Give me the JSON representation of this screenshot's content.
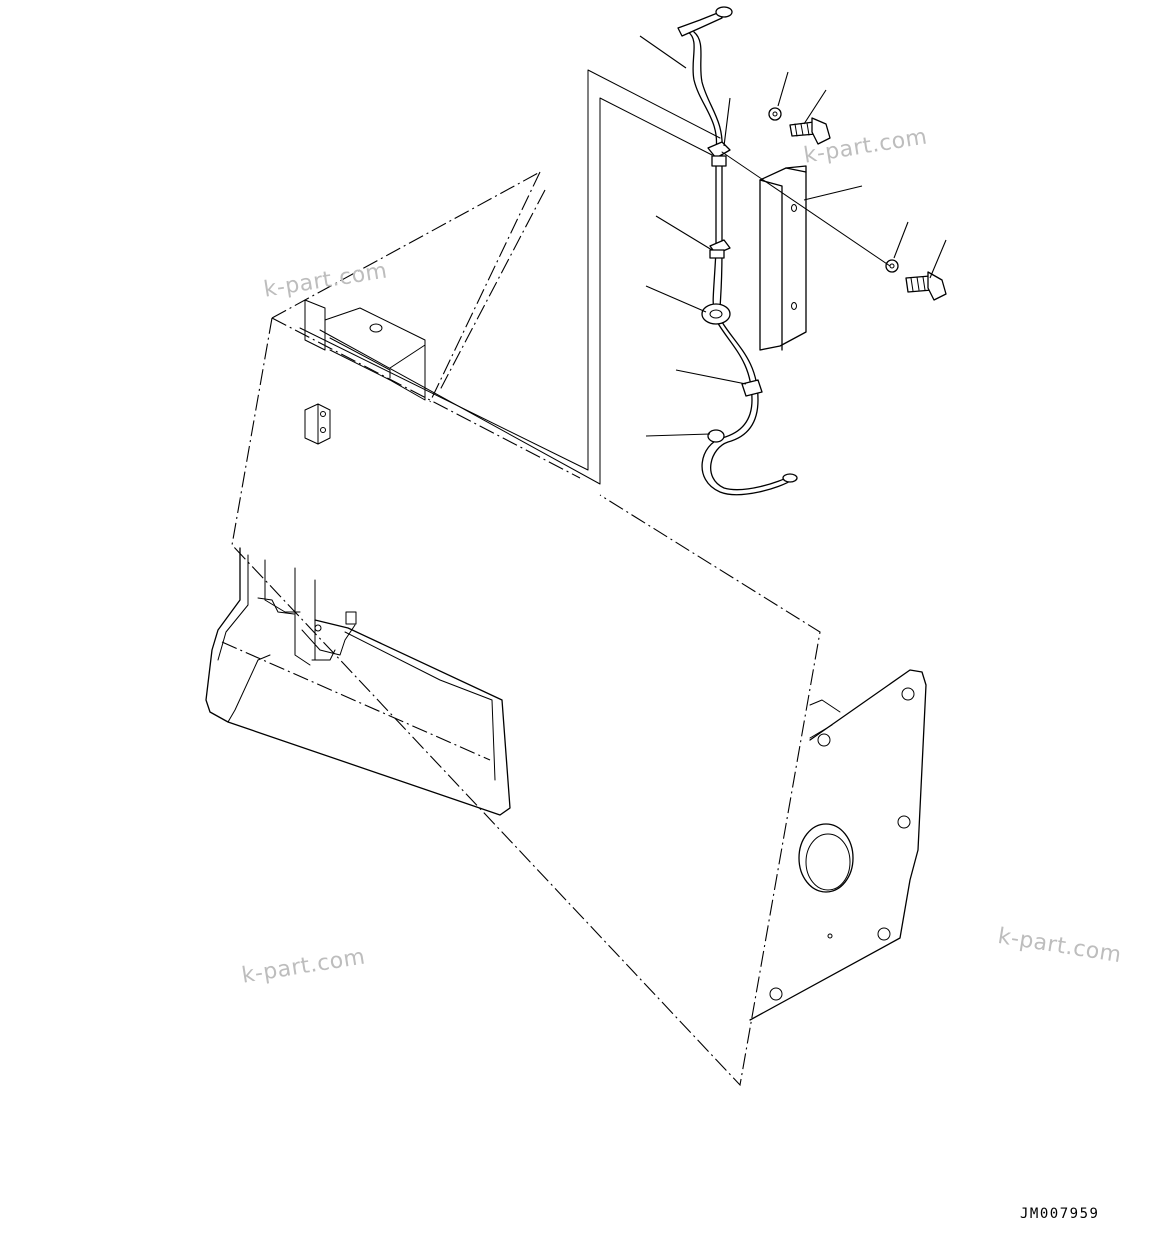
{
  "drawing_number": "JM007959",
  "watermarks": {
    "top_left": "k-part.com",
    "top_right": "k-part.com",
    "bottom_left": "k-part.com",
    "bottom_right": "k-part.com"
  }
}
